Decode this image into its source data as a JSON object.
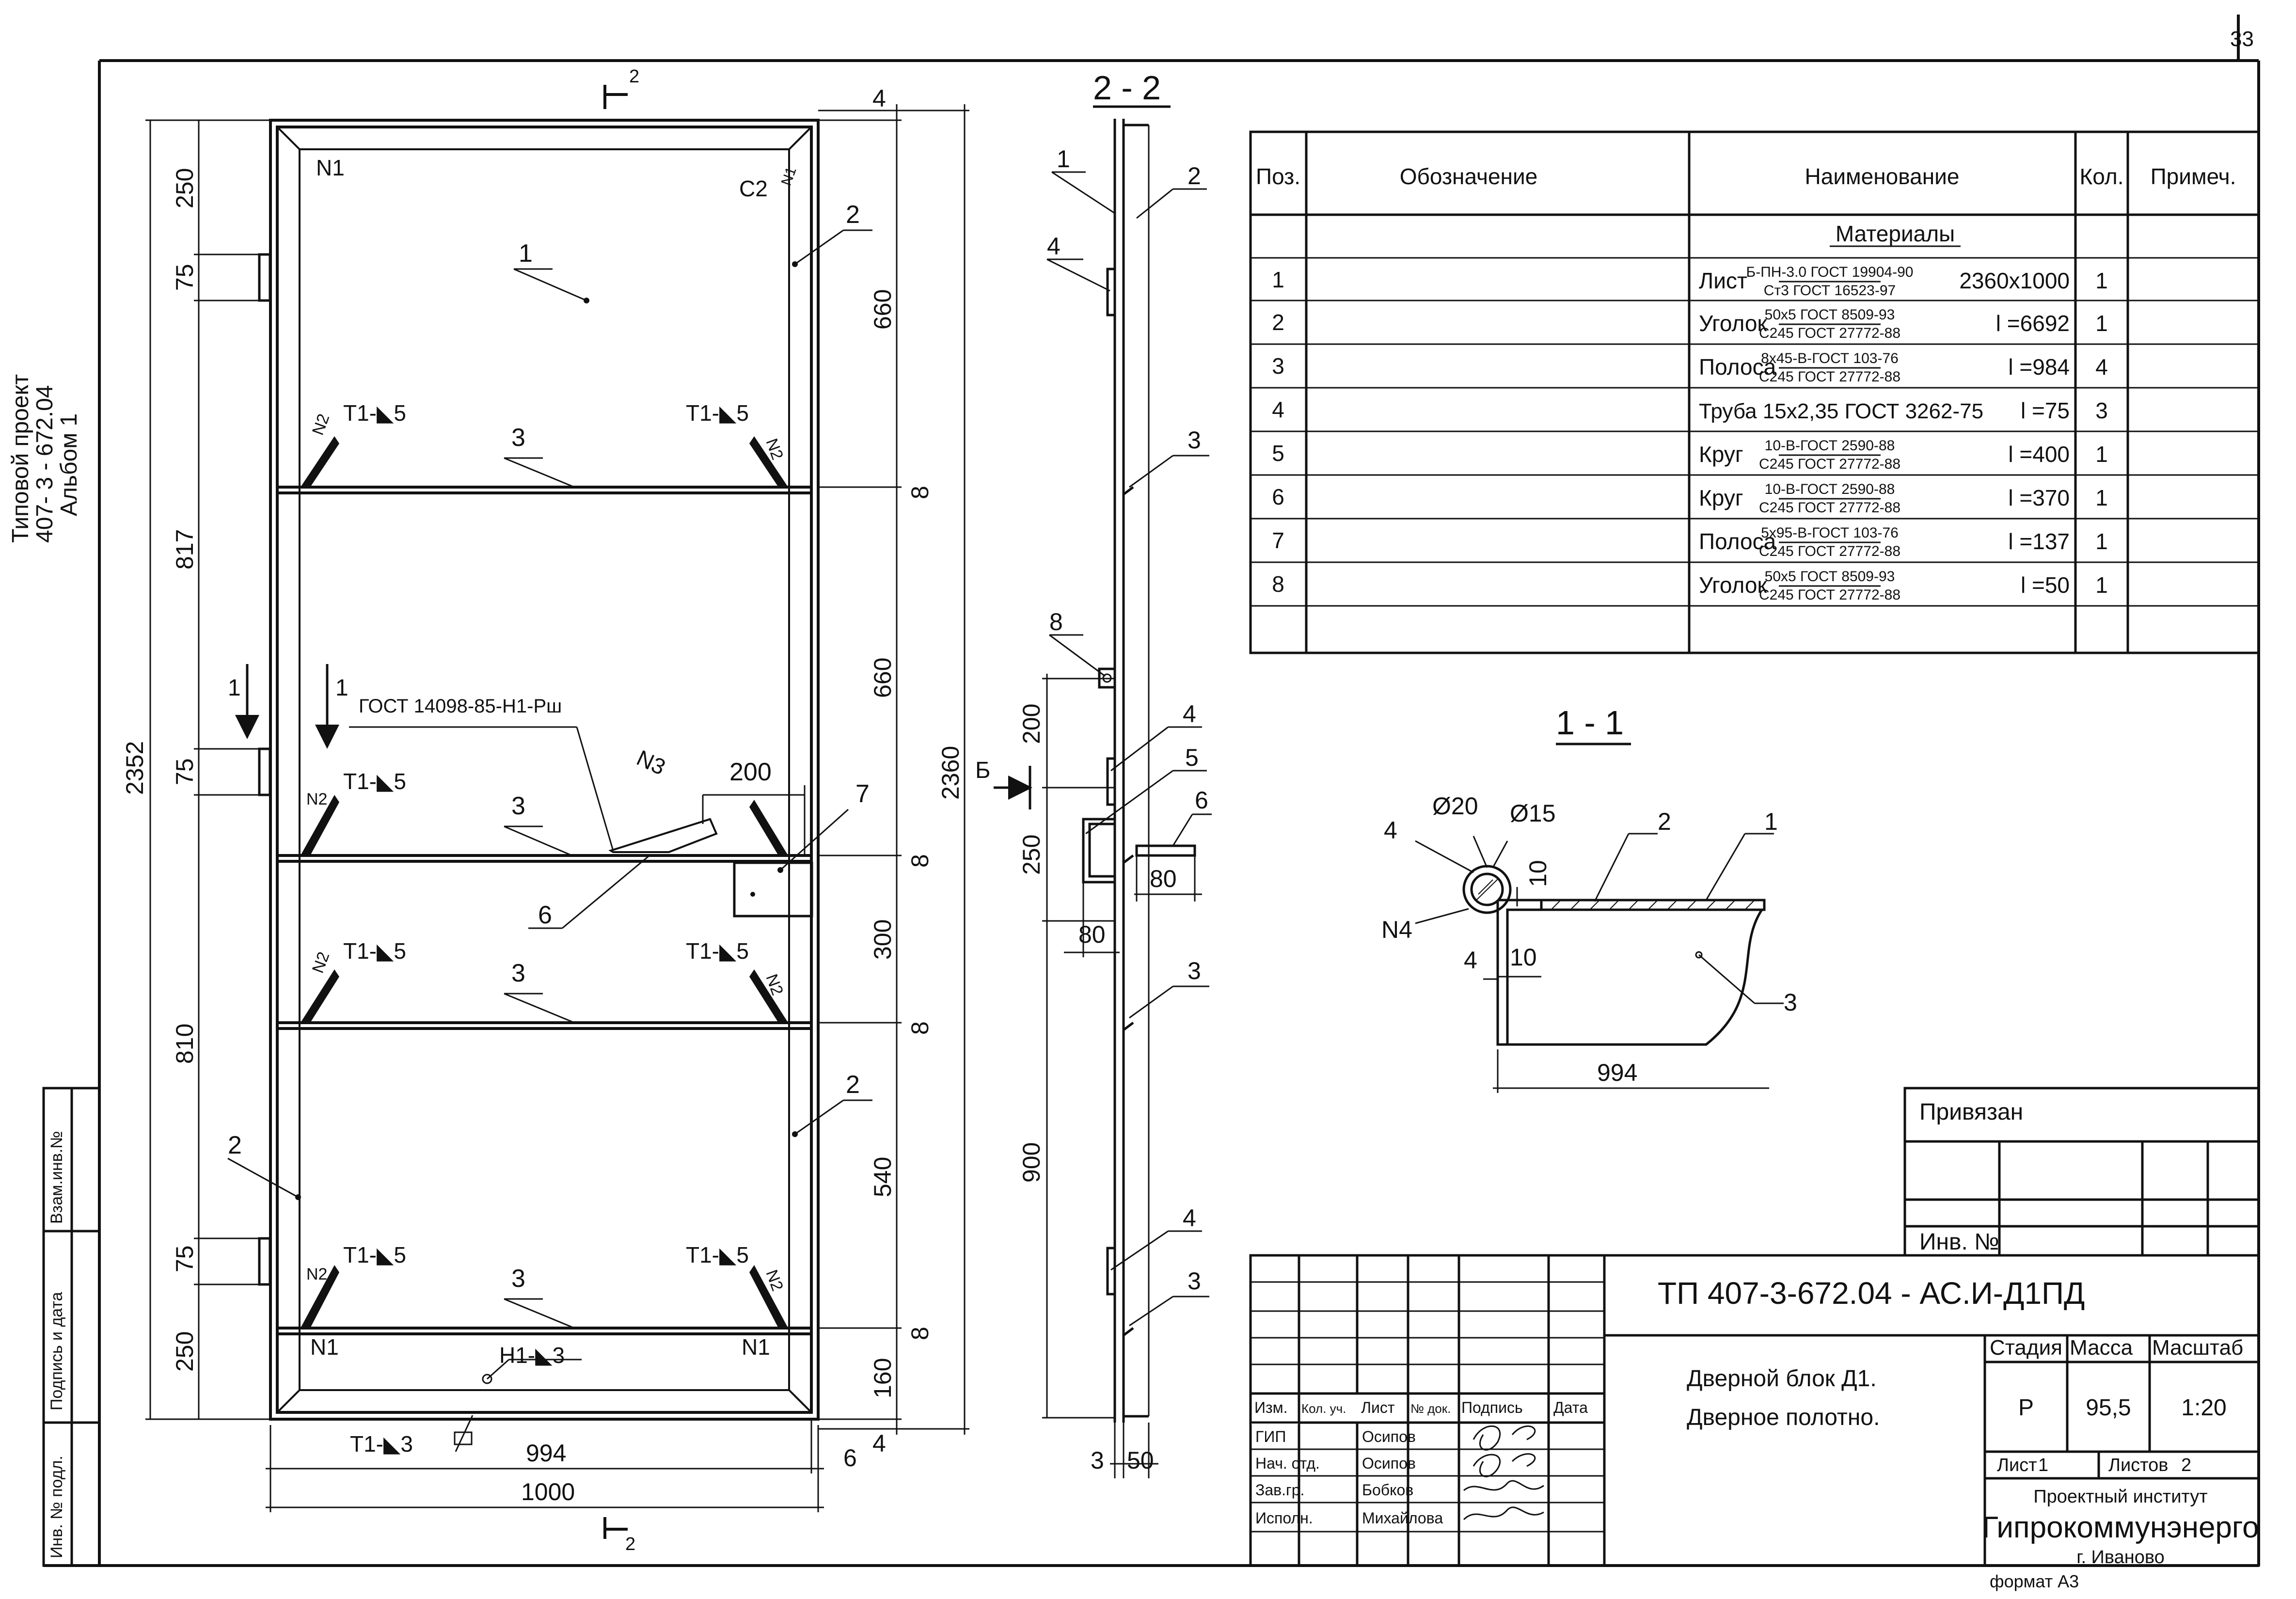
{
  "page_number": "33",
  "side_title": {
    "line1": "Типовой проект",
    "line2": "407- 3 - 672.04",
    "line3": "Альбом 1"
  },
  "left_stamp": {
    "vzam": "Взам.инв.№",
    "podpis": "Подпись и дата",
    "inv": "Инв. № подл."
  },
  "front_view": {
    "section_mark": "2",
    "dims_left": {
      "d250_top": "250",
      "d75_1": "75",
      "d817": "817",
      "d75_2": "75",
      "d810": "810",
      "d75_3": "75",
      "d250_bot": "250",
      "total": "2352"
    },
    "dims_right": {
      "d4": "4",
      "d660_1": "660",
      "d8_1": "8",
      "d660_2": "660",
      "d8_2": "8",
      "d300": "300",
      "d8_3": "8",
      "d540": "540",
      "d8_4": "8",
      "d160": "160",
      "d4_bot": "4",
      "total": "2360"
    },
    "dims_bottom": {
      "d994": "994",
      "d6": "6",
      "d1000": "1000"
    },
    "labels": {
      "n1_tl": "N1",
      "c2": "C2",
      "n1_rot": "N1",
      "pos1": "1",
      "pos2_top": "2",
      "pos3a": "3",
      "pos3b": "3",
      "pos3c": "3",
      "pos3d": "3",
      "pos2_right": "2",
      "pos2_left": "2",
      "pos6": "6",
      "pos7": "7",
      "n2": "N2",
      "n3": "N3",
      "t1_5": "T1-◣5",
      "t1_3": "T1-◣3",
      "h1_3": "H1-◣3",
      "n1_bl": "N1",
      "n1_br": "N1",
      "gost": "ГОСТ 14098-85-Н1-Рш",
      "d200": "200",
      "sec1": "1",
      "b_mark": "Б"
    }
  },
  "section_22": {
    "title": "2 - 2",
    "labels": {
      "p1": "1",
      "p2": "2",
      "p3": "3",
      "p4": "4",
      "p5": "5",
      "p6": "6",
      "p8": "8"
    },
    "dims": {
      "d200": "200",
      "d250": "250",
      "d900": "900",
      "d80a": "80",
      "d80b": "80",
      "d3": "3",
      "d50": "50"
    }
  },
  "section_11": {
    "title": "1 - 1",
    "labels": {
      "d20": "Ø20",
      "d15": "Ø15",
      "p4": "4",
      "p2": "2",
      "p1": "1",
      "p3": "3",
      "n4": "N4",
      "d10a": "10",
      "d10b": "10",
      "d4": "4",
      "d994": "994"
    }
  },
  "spec_table": {
    "headers": [
      "Поз.",
      "Обозначение",
      "Наименование",
      "Кол.",
      "Примеч."
    ],
    "section_row": "Материалы",
    "rows": [
      {
        "pos": "1",
        "name": "Лист",
        "num": "Б-ПН-3.0 ГОСТ 19904-90",
        "den": "Ст3 ГОСТ 16523-97",
        "size": "2360х1000",
        "qty": "1"
      },
      {
        "pos": "2",
        "name": "Уголок",
        "num": "50х5 ГОСТ 8509-93",
        "den": "С245 ГОСТ 27772-88",
        "size": "l =6692",
        "qty": "1"
      },
      {
        "pos": "3",
        "name": "Полоса",
        "num": "8х45-В-ГОСТ 103-76",
        "den": "С245 ГОСТ 27772-88",
        "size": "l =984",
        "qty": "4"
      },
      {
        "pos": "4",
        "name": "Труба 15х2,35 ГОСТ 3262-75",
        "num": "",
        "den": "",
        "size": "l =75",
        "qty": "3"
      },
      {
        "pos": "5",
        "name": "Круг",
        "num": "10-В-ГОСТ 2590-88",
        "den": "С245 ГОСТ 27772-88",
        "size": "l =400",
        "qty": "1"
      },
      {
        "pos": "6",
        "name": "Круг",
        "num": "10-В-ГОСТ 2590-88",
        "den": "С245 ГОСТ 27772-88",
        "size": "l =370",
        "qty": "1"
      },
      {
        "pos": "7",
        "name": "Полоса",
        "num": "5х95-В-ГОСТ 103-76",
        "den": "С245 ГОСТ 27772-88",
        "size": "l =137",
        "qty": "1"
      },
      {
        "pos": "8",
        "name": "Уголок",
        "num": "50х5 ГОСТ 8509-93",
        "den": "С245 ГОСТ 27772-88",
        "size": "l =50",
        "qty": "1"
      }
    ]
  },
  "privyazan": {
    "label": "Привязан",
    "inv": "Инв. №"
  },
  "title_block": {
    "code": "ТП    407-3-672.04 - АС.И-Д1ПД",
    "cols": [
      "Изм.",
      "Кол. уч.",
      "Лист",
      "№ док.",
      "Подпись",
      "Дата"
    ],
    "people": [
      {
        "role": "ГИП",
        "name": "Осипов"
      },
      {
        "role": "Нач. отд.",
        "name": "Осипов"
      },
      {
        "role": "Зав.гр.",
        "name": "Бобков"
      },
      {
        "role": "Исполн.",
        "name": "Михайлова"
      }
    ],
    "name_line1": "Дверной блок Д1.",
    "name_line2": "Дверное полотно.",
    "stage_label": "Стадия",
    "mass_label": "Масса",
    "scale_label": "Масштаб",
    "stage": "Р",
    "mass": "95,5",
    "scale": "1:20",
    "sheet_label": "Лист",
    "sheet": "1",
    "sheets_label": "Листов",
    "sheets": "2",
    "org1": "Проектный институт",
    "org2": "Гипрокоммунэнерго",
    "org3": "г. Иваново"
  },
  "format": "формат А3"
}
